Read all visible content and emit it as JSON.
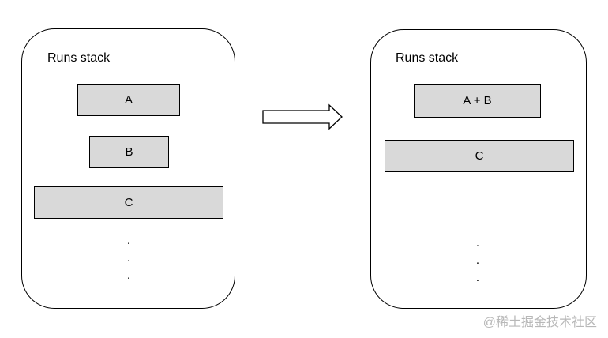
{
  "diagram": {
    "left_panel": {
      "title": "Runs stack",
      "items": [
        "A",
        "B",
        "C"
      ],
      "ellipsis": ".\n.\n."
    },
    "right_panel": {
      "title": "Runs stack",
      "items": [
        "A + B",
        "C"
      ],
      "ellipsis": ".\n.\n."
    },
    "colors": {
      "box_fill": "#d9d9d9",
      "stroke": "#000000",
      "watermark": "#b8b8b8"
    }
  },
  "watermark": "@稀土掘金技术社区"
}
